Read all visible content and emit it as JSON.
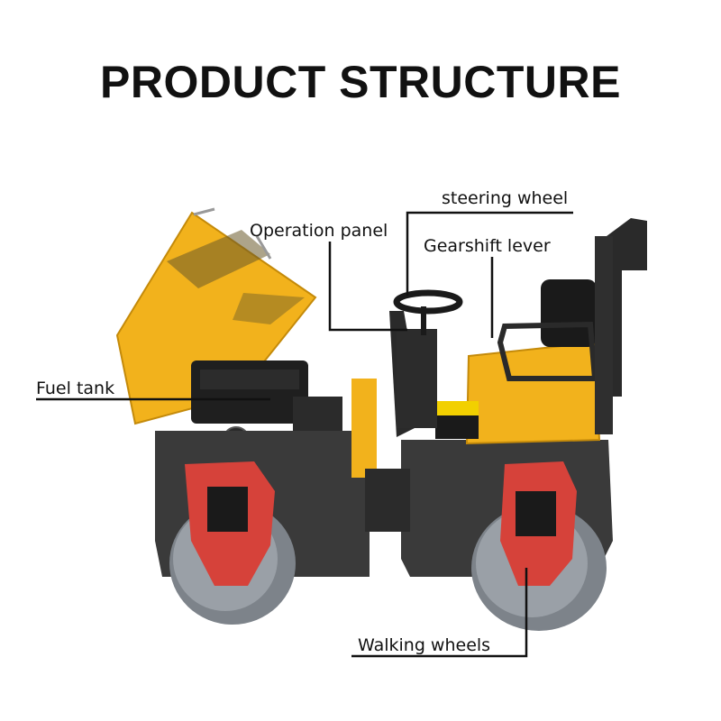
{
  "title": "PRODUCT STRUCTURE",
  "labels": {
    "steering_wheel": "steering wheel",
    "operation_panel": "Operation panel",
    "gearshift_lever": "Gearshift lever",
    "fuel_tank": "Fuel tank",
    "walking_wheels": "Walking wheels"
  },
  "colors": {
    "body_yellow": "#f2b21c",
    "frame_dark": "#3a3a3a",
    "drum_grey": "#8a8f96",
    "bracket_red": "#d6423a",
    "leader_line": "#111111"
  }
}
